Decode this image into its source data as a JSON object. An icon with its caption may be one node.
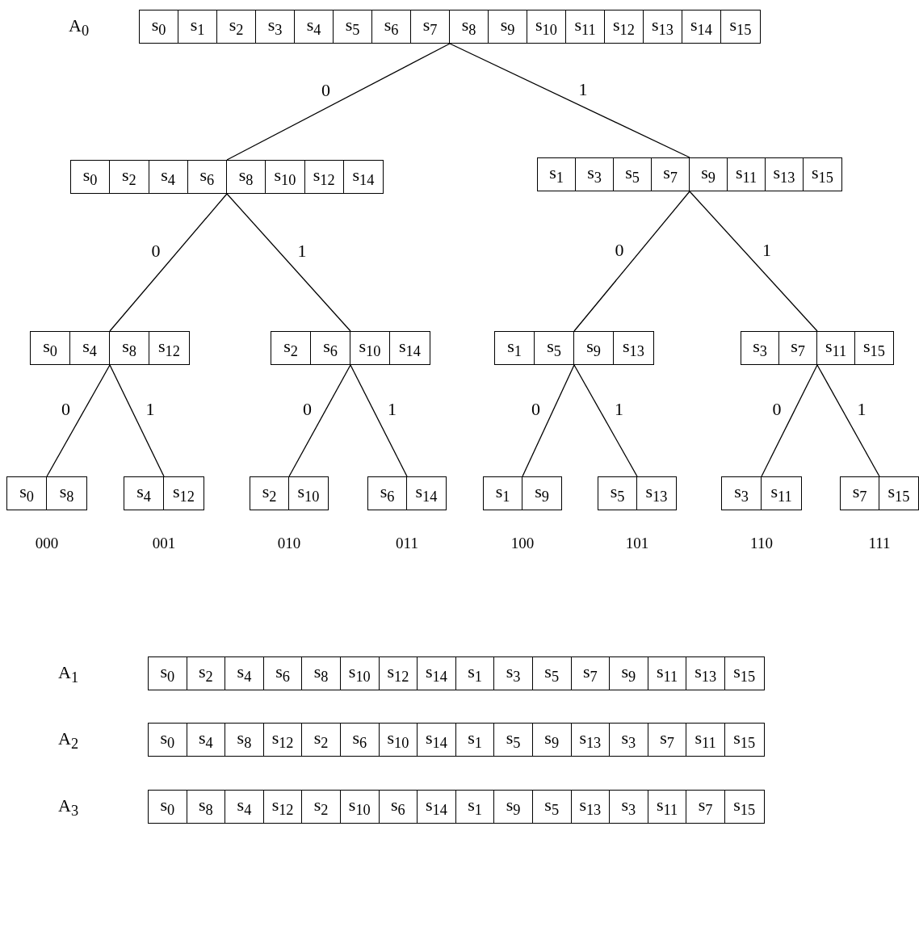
{
  "diagram": {
    "nodes": [
      {
        "text": [
          "A$_{0}$"
        ]
      },
      {
        "text": [
          "s$_{0}$"
        ],
        "in": 0
      },
      {
        "text": [
          "s$_{1}$"
        ],
        "in": 0
      },
      {
        "text": [
          "s$_{2}$"
        ],
        "in": 0
      },
      {
        "text": [
          "s$_{3}$"
        ],
        "in": 0
      },
      {
        "text": [
          "s$_{4}$"
        ],
        "in": 0
      },
      {
        "text": [
          "s$_{5}$"
        ],
        "in": 0
      },
      {
        "text": [
          "s$_{6}$"
        ],
        "in": 0
      },
      {
        "text": [
          "s$_{7}$"
        ],
        "in": 0
      },
      {
        "text": [
          "s$_{8}$"
        ],
        "in": 0
      },
      {
        "text": [
          "s$_{9}$"
        ],
        "in": 0
      },
      {
        "text": [
          "s$_{10}$"
        ],
        "in": 0
      },
      {
        "text": [
          "s$_{11}$"
        ],
        "in": 0
      },
      {
        "text": [
          "s$_{12}$"
        ],
        "in": 0
      },
      {
        "text": [
          "s$_{13}$"
        ],
        "in": 0
      },
      {
        "text": [
          "s$_{14}$"
        ],
        "in": 0
      },
      {
        "text": [
          "s$_{15}$"
        ],
        "in": 0
      },
      {
        "text": [],
        "shape": "box"
      },
      {
        "text": [
          "s$_{0}$"
        ],
        "in": 17
      },
      {
        "text": [
          "s$_{2}$"
        ],
        "in": 17
      },
      {
        "text": [
          "s$_{4}$"
        ],
        "in": 17
      },
      {
        "text": [
          "s$_{6}$"
        ],
        "in": 17
      },
      {
        "text": [
          "s$_{8}$"
        ],
        "in": 17
      },
      {
        "text": [
          "s$_{10}$"
        ],
        "in": 17
      },
      {
        "text": [
          "s$_{12}$"
        ],
        "in": 17
      },
      {
        "text": [
          "s$_{14}$"
        ],
        "in": 17
      },
      {
        "text": [],
        "shape": "box"
      },
      {
        "text": [
          "s$_{1}$"
        ],
        "in": 26
      },
      {
        "text": [
          "s$_{3}$"
        ],
        "in": 26
      },
      {
        "text": [
          "s$_{5}$"
        ],
        "in": 26
      },
      {
        "text": [
          "s$_{7}$"
        ],
        "in": 26
      },
      {
        "text": [
          "s$_{9}$"
        ],
        "in": 26
      },
      {
        "text": [
          "s$_{11}$"
        ],
        "in": 26
      },
      {
        "text": [
          "s$_{13}$"
        ],
        "in": 26
      },
      {
        "text": [
          "s$_{15}$"
        ],
        "in": 26
      },
      {
        "text": [],
        "shape": "box"
      },
      {
        "text": [
          "s$_{0}$"
        ],
        "in": 35
      },
      {
        "text": [
          "s$_{4}$"
        ],
        "in": 35
      },
      {
        "text": [
          "s$_{8}$"
        ],
        "in": 35
      },
      {
        "text": [
          "s$_{12}$"
        ],
        "in": 35
      },
      {
        "text": [],
        "shape": "box"
      },
      {
        "text": [
          "s$_{2}$"
        ],
        "in": 40
      },
      {
        "text": [
          "s$_{6}$"
        ],
        "in": 40
      },
      {
        "text": [
          "s$_{10}$"
        ],
        "in": 40
      },
      {
        "text": [
          "s$_{14}$"
        ],
        "in": 40
      },
      {
        "text": [],
        "shape": "box"
      },
      {
        "text": [
          "s$_{1}$"
        ],
        "in": 45
      },
      {
        "text": [
          "s$_{5}$"
        ],
        "in": 45
      },
      {
        "text": [
          "s$_{9}$"
        ],
        "in": 45
      },
      {
        "text": [
          "s$_{13}$"
        ],
        "in": 45
      },
      {
        "text": [],
        "shape": "box"
      },
      {
        "text": [
          "s$_{3}$"
        ],
        "in": 50
      },
      {
        "text": [
          "s$_{7}$"
        ],
        "in": 50
      },
      {
        "text": [
          "s$_{11}$"
        ],
        "in": 50
      },
      {
        "text": [
          "s$_{15}$"
        ],
        "in": 50
      },
      {
        "text": [],
        "shape": "box",
        "beside": [
          "000"
        ]
      },
      {
        "text": [
          "s$_{0}$"
        ],
        "in": 55
      },
      {
        "text": [
          "s$_{8}$"
        ],
        "in": 55
      },
      {
        "text": [],
        "shape": "box",
        "beside": [
          "001"
        ]
      },
      {
        "text": [
          "s$_{4}$"
        ],
        "in": 58
      },
      {
        "text": [
          "s$_{12}$"
        ],
        "in": 58
      },
      {
        "text": [],
        "shape": "box",
        "beside": [
          "010"
        ]
      },
      {
        "text": [
          "s$_{2}$"
        ],
        "in": 61
      },
      {
        "text": [
          "s$_{10}$"
        ],
        "in": 61
      },
      {
        "text": [],
        "shape": "box",
        "beside": [
          "011"
        ]
      },
      {
        "text": [
          "s$_{6}$"
        ],
        "in": 64
      },
      {
        "text": [
          "s$_{14}$"
        ],
        "in": 64
      },
      {
        "text": [],
        "shape": "box",
        "beside": [
          "100"
        ]
      },
      {
        "text": [
          "s$_{1}$"
        ],
        "in": 67
      },
      {
        "text": [
          "s$_{9}$"
        ],
        "in": 67
      },
      {
        "text": [],
        "shape": "box",
        "beside": [
          "101"
        ]
      },
      {
        "text": [
          "s$_{5}$"
        ],
        "in": 70
      },
      {
        "text": [
          "s$_{13}$"
        ],
        "in": 70
      },
      {
        "text": [],
        "shape": "box",
        "beside": [
          "110"
        ]
      },
      {
        "text": [
          "s$_{3}$"
        ],
        "in": 73
      },
      {
        "text": [
          "s$_{11}$"
        ],
        "in": 73
      },
      {
        "text": [],
        "shape": "box",
        "beside": [
          "111"
        ]
      },
      {
        "text": [
          "s$_{7}$"
        ],
        "in": 76
      },
      {
        "text": [
          "s$_{15}$"
        ],
        "in": 76
      },
      {
        "text": [
          "A$_{1}$"
        ]
      },
      {
        "text": [
          "s$_{0}$"
        ],
        "in": 79
      },
      {
        "text": [
          "s$_{2}$"
        ],
        "in": 79
      },
      {
        "text": [
          "s$_{4}$"
        ],
        "in": 79
      },
      {
        "text": [
          "s$_{6}$"
        ],
        "in": 79
      },
      {
        "text": [
          "s$_{8}$"
        ],
        "in": 79
      },
      {
        "text": [
          "s$_{10}$"
        ],
        "in": 79
      },
      {
        "text": [
          "s$_{12}$"
        ],
        "in": 79
      },
      {
        "text": [
          "s$_{14}$"
        ],
        "in": 79
      },
      {
        "text": [
          "s$_{1}$"
        ],
        "in": 79
      },
      {
        "text": [
          "s$_{3}$"
        ],
        "in": 79
      },
      {
        "text": [
          "s$_{5}$"
        ],
        "in": 79
      },
      {
        "text": [
          "s$_{7}$"
        ],
        "in": 79
      },
      {
        "text": [
          "s$_{9}$"
        ],
        "in": 79
      },
      {
        "text": [
          "s$_{11}$"
        ],
        "in": 79
      },
      {
        "text": [
          "s$_{13}$"
        ],
        "in": 79
      },
      {
        "text": [
          "s$_{15}$"
        ],
        "in": 79
      },
      {
        "text": [
          "A$_{2}$"
        ]
      },
      {
        "text": [
          "s$_{0}$"
        ],
        "in": 96
      },
      {
        "text": [
          "s$_{4}$"
        ],
        "in": 96
      },
      {
        "text": [
          "s$_{8}$"
        ],
        "in": 96
      },
      {
        "text": [
          "s$_{12}$"
        ],
        "in": 96
      },
      {
        "text": [
          "s$_{2}$"
        ],
        "in": 96
      },
      {
        "text": [
          "s$_{6}$"
        ],
        "in": 96
      },
      {
        "text": [
          "s$_{10}$"
        ],
        "in": 96
      },
      {
        "text": [
          "s$_{14}$"
        ],
        "in": 96
      },
      {
        "text": [
          "s$_{1}$"
        ],
        "in": 96
      },
      {
        "text": [
          "s$_{5}$"
        ],
        "in": 96
      },
      {
        "text": [
          "s$_{9}$"
        ],
        "in": 96
      },
      {
        "text": [
          "s$_{13}$"
        ],
        "in": 96
      },
      {
        "text": [
          "s$_{3}$"
        ],
        "in": 96
      },
      {
        "text": [
          "s$_{7}$"
        ],
        "in": 96
      },
      {
        "text": [
          "s$_{11}$"
        ],
        "in": 96
      },
      {
        "text": [
          "s$_{15}$"
        ],
        "in": 96
      },
      {
        "text": [
          "A$_{3}$"
        ]
      },
      {
        "text": [
          "s$_{0}$"
        ],
        "in": 113
      },
      {
        "text": [
          "s$_{8}$"
        ],
        "in": 113
      },
      {
        "text": [
          "s$_{4}$"
        ],
        "in": 113
      },
      {
        "text": [
          "s$_{12}$"
        ],
        "in": 113
      },
      {
        "text": [
          "s$_{2}$"
        ],
        "in": 113
      },
      {
        "text": [
          "s$_{10}$"
        ],
        "in": 113
      },
      {
        "text": [
          "s$_{6}$"
        ],
        "in": 113
      },
      {
        "text": [
          "s$_{14}$"
        ],
        "in": 113
      },
      {
        "text": [
          "s$_{1}$"
        ],
        "in": 113
      },
      {
        "text": [
          "s$_{9}$"
        ],
        "in": 113
      },
      {
        "text": [
          "s$_{5}$"
        ],
        "in": 113
      },
      {
        "text": [
          "s$_{13}$"
        ],
        "in": 113
      },
      {
        "text": [
          "s$_{3}$"
        ],
        "in": 113
      },
      {
        "text": [
          "s$_{11}$"
        ],
        "in": 113
      },
      {
        "text": [
          "s$_{7}$"
        ],
        "in": 113
      },
      {
        "text": [
          "s$_{15}$"
        ],
        "in": 113
      }
    ],
    "edges": [
      {
        "from": 0,
        "to": 17,
        "arrow": "none",
        "label": "0"
      },
      {
        "from": 0,
        "to": 26,
        "arrow": "none",
        "label": "1"
      },
      {
        "from": 17,
        "to": 35,
        "arrow": "none",
        "label": "0"
      },
      {
        "from": 17,
        "to": 40,
        "arrow": "none",
        "label": "1"
      },
      {
        "from": 26,
        "to": 45,
        "arrow": "none",
        "label": "0"
      },
      {
        "from": 26,
        "to": 50,
        "arrow": "none",
        "label": "1"
      },
      {
        "from": 35,
        "to": 55,
        "arrow": "none",
        "label": "0"
      },
      {
        "from": 35,
        "to": 58,
        "arrow": "none",
        "label": "1"
      },
      {
        "from": 40,
        "to": 61,
        "arrow": "none",
        "label": "0"
      },
      {
        "from": 40,
        "to": 64,
        "arrow": "none",
        "label": "1"
      },
      {
        "from": 45,
        "to": 67,
        "arrow": "none",
        "label": "0"
      },
      {
        "from": 45,
        "to": 70,
        "arrow": "none",
        "label": "1"
      },
      {
        "from": 50,
        "to": 73,
        "arrow": "none",
        "label": "0"
      },
      {
        "from": 50,
        "to": 76,
        "arrow": "none",
        "label": "1"
      }
    ]
  }
}
